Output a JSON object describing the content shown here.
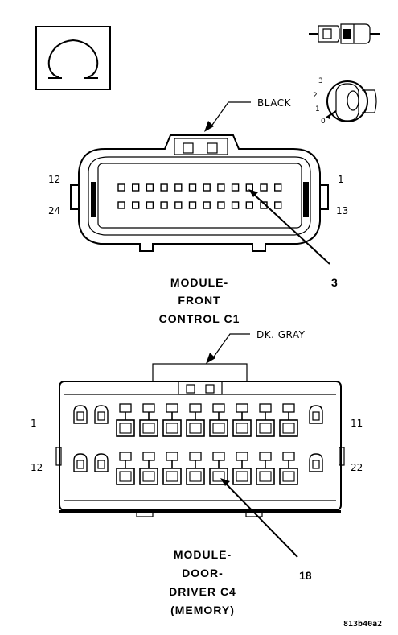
{
  "connector_c1": {
    "color_label": "BLACK",
    "pin_left_top": "12",
    "pin_left_bottom": "24",
    "pin_right_top": "1",
    "pin_right_bottom": "13",
    "callout": "3",
    "title_line1": "MODULE-",
    "title_line2": "FRONT",
    "title_line3": "CONTROL C1"
  },
  "connector_c4": {
    "color_label": "DK. GRAY",
    "pin_left_top": "1",
    "pin_left_bottom": "12",
    "pin_right_top": "11",
    "pin_right_bottom": "22",
    "callout": "18",
    "title_line1": "MODULE-",
    "title_line2": "DOOR-",
    "title_line3": "DRIVER C4",
    "title_line4": "(MEMORY)"
  },
  "key_switch": {
    "pos3": "3",
    "pos2": "2",
    "pos1": "1",
    "pos0": "0"
  },
  "figure_code": "813b40a2",
  "icons": [
    "resistance-ohm-icon",
    "connector-plug-icon",
    "ignition-key-icon"
  ]
}
